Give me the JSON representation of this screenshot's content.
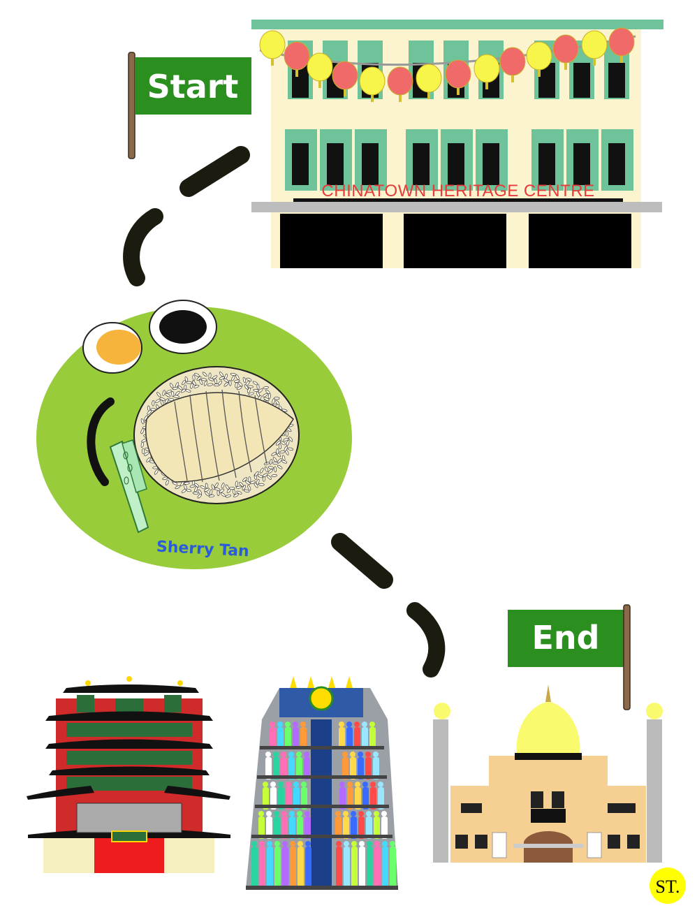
{
  "flags": {
    "start_label": "Start",
    "end_label": "End"
  },
  "heritage_centre": {
    "sign": "CHINATOWN HERITAGE  CENTRE"
  },
  "plate": {
    "artist": "Sherry Tan"
  },
  "badge": {
    "initials": "ST."
  },
  "colors": {
    "flag_green": "#2a8f1e",
    "plate_green": "#99cc3b",
    "path_black": "#1b1b10",
    "shutter_green": "#6fc39a",
    "facade_cream": "#fbf4cf",
    "dome_yellow": "#fafa6e",
    "mosque_tan": "#f6cf93",
    "badge_yellow": "#ffff00"
  }
}
